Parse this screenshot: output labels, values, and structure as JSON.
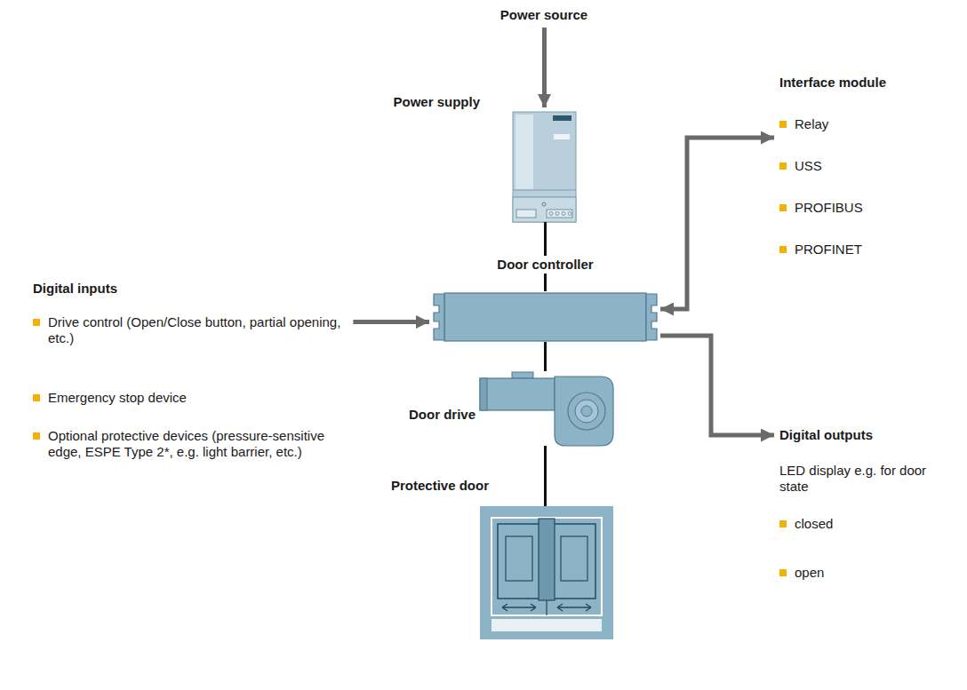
{
  "diagram": {
    "nodes": [
      {
        "text": [
          "Power source"
        ]
      },
      {
        "text": [
          "Power supply"
        ]
      },
      {
        "text": [
          "Door controller"
        ]
      },
      {
        "text": [
          "Door drive"
        ]
      },
      {
        "text": [
          "Protective door"
        ]
      },
      {
        "text": [
          "Digital inputs",
          "Drive control (Open/Close button, partial opening, etc.)",
          "Emergency stop device",
          "Optional protective devices (pressure-sensitive edge, ESPE Type 2*, e.g. light barrier, etc.)"
        ]
      },
      {
        "text": [
          "Interface module",
          "Relay",
          "USS",
          "PROFIBUS",
          "PROFINET"
        ]
      },
      {
        "text": [
          "Digital outputs",
          "LED display e.g. for door state",
          "closed",
          "open"
        ]
      }
    ],
    "edges": [
      {
        "from": 0,
        "to": 1,
        "arrow": "to"
      },
      {
        "from": 1,
        "to": 2,
        "arrow": "none"
      },
      {
        "from": 2,
        "to": 3,
        "arrow": "none"
      },
      {
        "from": 3,
        "to": 4,
        "arrow": "none"
      },
      {
        "from": 5,
        "to": 2,
        "arrow": "to"
      },
      {
        "from": 2,
        "to": 6,
        "arrow": "both"
      },
      {
        "from": 2,
        "to": 7,
        "arrow": "to"
      }
    ]
  }
}
